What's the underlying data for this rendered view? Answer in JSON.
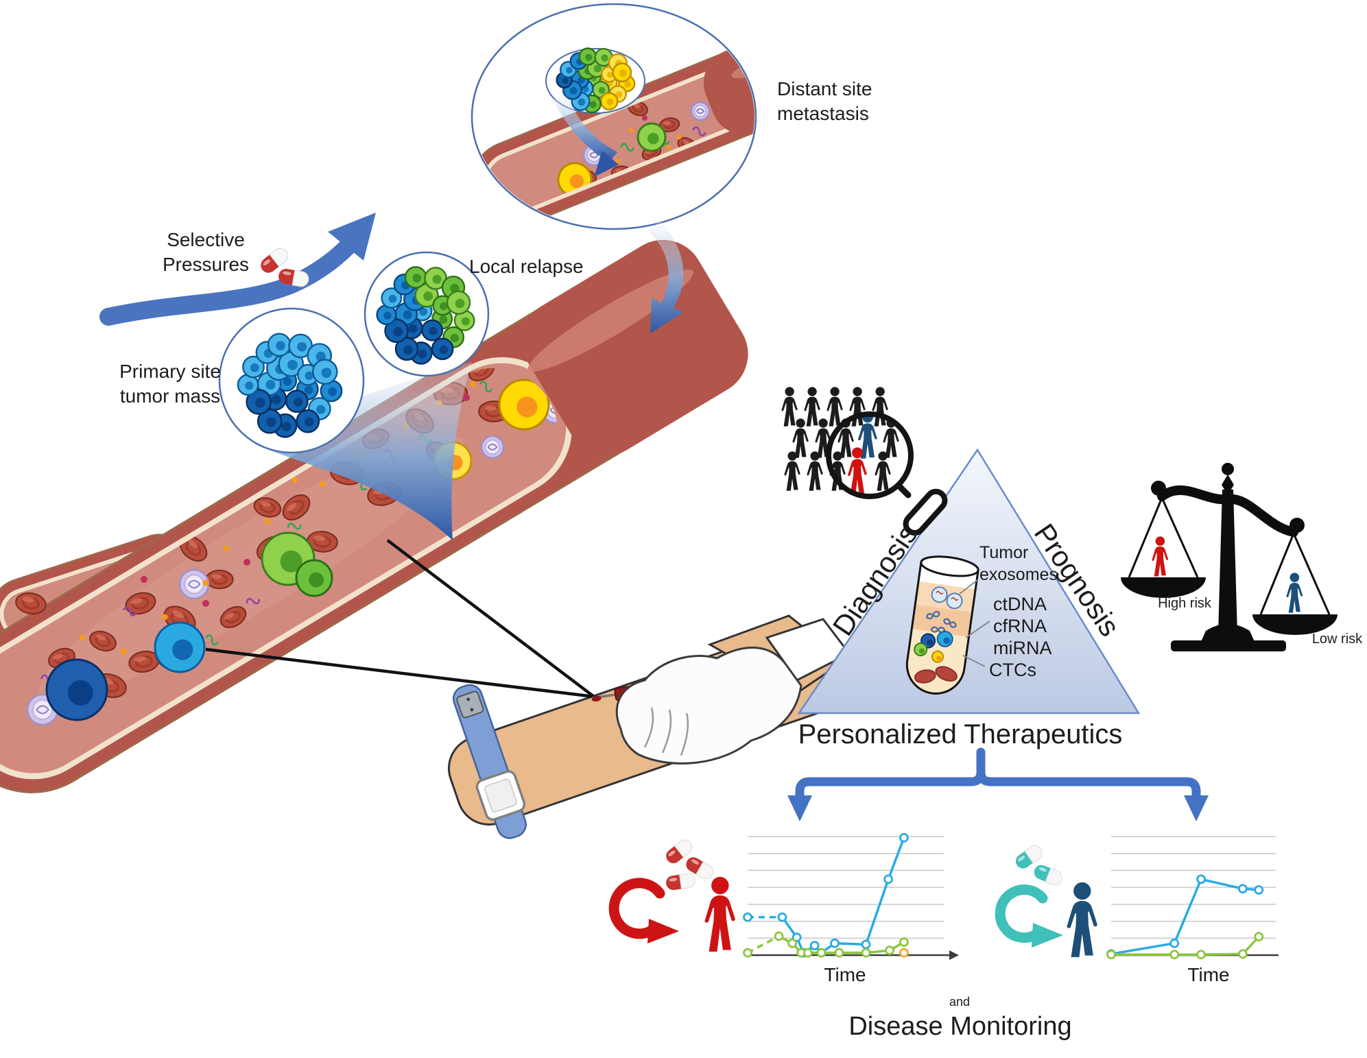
{
  "figure": {
    "labels": {
      "distant_site_metastasis": "Distant site metastasis",
      "selective_pressures": "Selective Pressures",
      "local_relapse": "Local relapse",
      "primary_site_tumor_mass": "Primary site tumor mass",
      "diagnosis": "Diagnosis",
      "prognosis": "Prognosis",
      "tumor_exosomes": "Tumor exosomes",
      "ctdna": "ctDNA",
      "cfrna": "cfRNA",
      "mirna": "miRNA",
      "ctcs": "CTCs",
      "high_risk": "High risk",
      "low_risk": "Low risk",
      "personalized_therapeutics": "Personalized Therapeutics",
      "and": "and",
      "disease_monitoring": "Disease Monitoring"
    },
    "colors": {
      "arrow_blue": "#4472c4",
      "ribbon_blue": "#4a74bf",
      "triangle_border": "#6b8cc8",
      "vessel_red": "#b2564b",
      "lumen_pink": "#d08a7e",
      "person_black": "#1c1c1c",
      "person_red": "#cf1313",
      "person_navy": "#1d4f78",
      "teal": "#3fc0ba",
      "chart_blue": "#29abe2",
      "chart_green": "#8dc63f",
      "chart_orange": "#f7a823"
    },
    "icons": [
      "pill-capsule-icon",
      "magnifier-icon",
      "balance-scale-icon",
      "person-icon",
      "blood-tube-icon",
      "wrist-band-icon",
      "needle-icon",
      "curved-arrow-icon"
    ]
  },
  "chart_data": [
    {
      "type": "line",
      "title": "",
      "xlabel": "Time",
      "ylabel": "",
      "xlim": [
        0,
        8.6
      ],
      "ylim": [
        0,
        1
      ],
      "gridlines": 7,
      "grid": "horizontal",
      "legend": "none",
      "axis_arrow": true,
      "series": [
        {
          "name": "series-blue",
          "color": "#29abe2",
          "marker": "open-circle",
          "first_segment_dashed": true,
          "points": [
            [
              0,
              0.32
            ],
            [
              1.55,
              0.32
            ],
            [
              2.2,
              0.15
            ],
            [
              2.5,
              0.02
            ],
            [
              3.0,
              0.08
            ],
            [
              3.3,
              0.02
            ],
            [
              3.9,
              0.1
            ],
            [
              5.3,
              0.09
            ],
            [
              6.3,
              0.64
            ],
            [
              7.0,
              0.99
            ]
          ]
        },
        {
          "name": "series-green",
          "color": "#8dc63f",
          "marker": "open-circle",
          "first_segment_dashed": true,
          "points": [
            [
              0,
              0.02
            ],
            [
              1.4,
              0.16
            ],
            [
              2.0,
              0.1
            ],
            [
              2.4,
              0.02
            ],
            [
              2.7,
              0.02
            ],
            [
              3.3,
              0.02
            ],
            [
              4.1,
              0.02
            ],
            [
              5.3,
              0.02
            ],
            [
              6.36,
              0.04
            ],
            [
              7.0,
              0.11
            ]
          ]
        },
        {
          "name": "series-orange",
          "color": "#f7a823",
          "marker": "open-circle",
          "first_segment_dashed": false,
          "points": [
            [
              7.0,
              0.02
            ]
          ]
        }
      ]
    },
    {
      "type": "line",
      "title": "",
      "xlabel": "Time",
      "ylabel": "",
      "xlim": [
        0,
        5
      ],
      "ylim": [
        0,
        1
      ],
      "gridlines": 7,
      "grid": "horizontal",
      "legend": "none",
      "axis_arrow": false,
      "series": [
        {
          "name": "series-blue",
          "color": "#29abe2",
          "marker": "open-circle",
          "first_segment_dashed": false,
          "points": [
            [
              0,
              0.01
            ],
            [
              1.97,
              0.1
            ],
            [
              2.8,
              0.64
            ],
            [
              4.1,
              0.56
            ],
            [
              4.6,
              0.55
            ]
          ]
        },
        {
          "name": "series-green",
          "color": "#8dc63f",
          "marker": "open-circle",
          "first_segment_dashed": false,
          "points": [
            [
              0,
              0.005
            ],
            [
              1.97,
              0.005
            ],
            [
              2.8,
              0.005
            ],
            [
              4.1,
              0.01
            ],
            [
              4.6,
              0.156
            ]
          ]
        }
      ]
    }
  ]
}
